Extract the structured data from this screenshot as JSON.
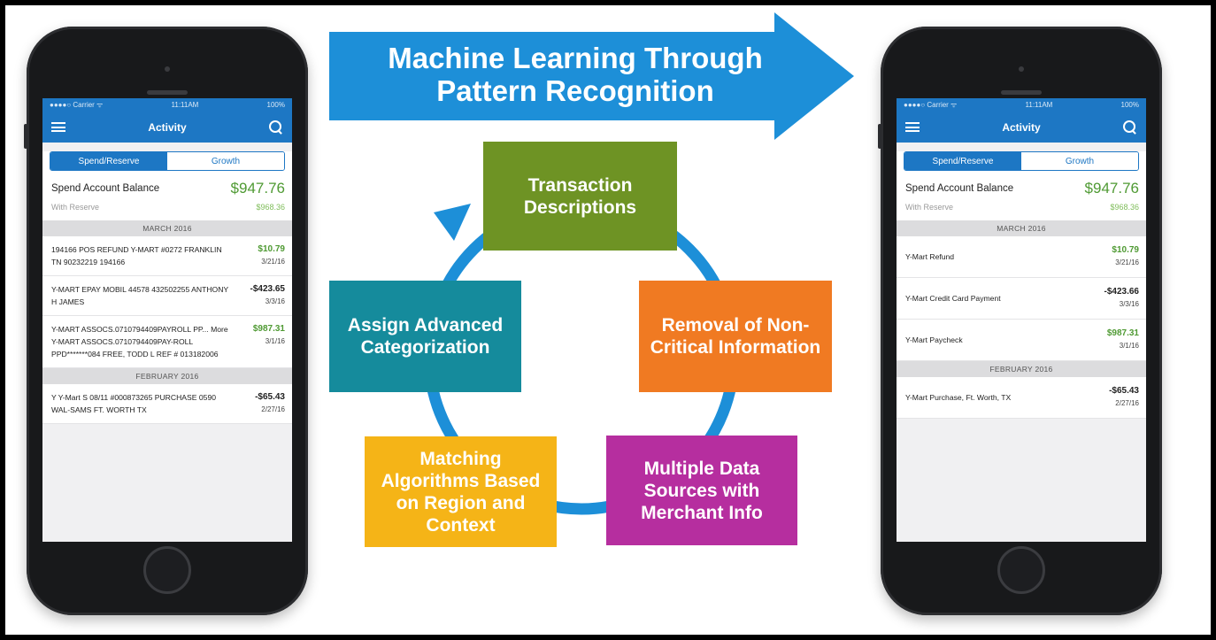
{
  "diagram": {
    "title_line1": "Machine Learning Through",
    "title_line2": "Pattern Recognition",
    "steps": [
      {
        "label": "Transaction Descriptions",
        "color": "#6e9324"
      },
      {
        "label": "Removal of Non-Critical Information",
        "color": "#f07a22"
      },
      {
        "label": "Multiple Data Sources with Merchant Info",
        "color": "#b62e9f"
      },
      {
        "label": "Matching Algorithms Based on Region and Context",
        "color": "#f5b417"
      },
      {
        "label": "Assign Advanced Categorization",
        "color": "#158b9c"
      }
    ],
    "arrow_color": "#1d8fd8"
  },
  "phone_left": {
    "status": {
      "carrier": "●●●●○ Carrier ᯤ",
      "time": "11:11AM",
      "battery": "100%"
    },
    "title": "Activity",
    "tabs": [
      "Spend/Reserve",
      "Growth"
    ],
    "balance_label": "Spend Account Balance",
    "balance_value": "$947.76",
    "reserve_label": "With Reserve",
    "reserve_value": "$968.36",
    "sections": [
      {
        "header": "MARCH 2016",
        "transactions": [
          {
            "desc": "194166 POS REFUND Y-MART #0272 FRANKLIN TN 90232219 194166",
            "amount": "$10.79",
            "date": "3/21/16"
          },
          {
            "desc": "Y-MART EPAY MOBIL 44578 432502255 ANTHONY H JAMES",
            "amount": "-$423.65",
            "date": "3/3/16"
          },
          {
            "desc": "Y-MART ASSOCS.0710794409PAYROLL PP... More Y-MART ASSOCS.0710794409PAY-ROLL PPD*******084 FREE, TODD L REF # 013182006",
            "amount": "$987.31",
            "date": "3/1/16"
          }
        ]
      },
      {
        "header": "FEBRUARY 2016",
        "transactions": [
          {
            "desc": "Y Y-Mart S 08/11 #000873265 PURCHASE 0590 WAL-SAMS FT. WORTH TX",
            "amount": "-$65.43",
            "date": "2/27/16"
          }
        ]
      }
    ]
  },
  "phone_right": {
    "status": {
      "carrier": "●●●●○ Carrier ᯤ",
      "time": "11:11AM",
      "battery": "100%"
    },
    "title": "Activity",
    "tabs": [
      "Spend/Reserve",
      "Growth"
    ],
    "balance_label": "Spend Account Balance",
    "balance_value": "$947.76",
    "reserve_label": "With Reserve",
    "reserve_value": "$968.36",
    "sections": [
      {
        "header": "MARCH 2016",
        "transactions": [
          {
            "desc": "Y-Mart Refund",
            "amount": "$10.79",
            "date": "3/21/16"
          },
          {
            "desc": "Y-Mart Credit Card Payment",
            "amount": "-$423.66",
            "date": "3/3/16"
          },
          {
            "desc": "Y-Mart Paycheck",
            "amount": "$987.31",
            "date": "3/1/16"
          }
        ]
      },
      {
        "header": "FEBRUARY 2016",
        "transactions": [
          {
            "desc": "Y-Mart Purchase, Ft. Worth, TX",
            "amount": "-$65.43",
            "date": "2/27/16"
          }
        ]
      }
    ]
  }
}
